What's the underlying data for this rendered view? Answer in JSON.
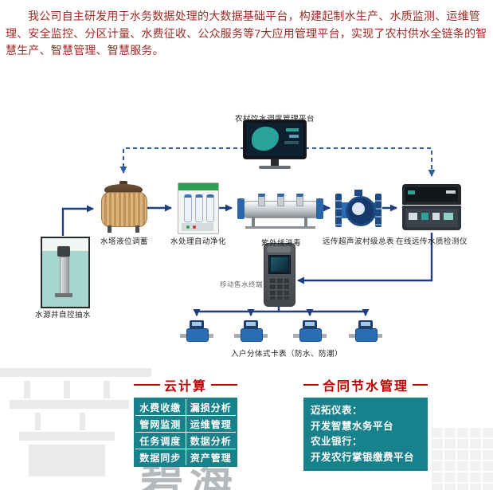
{
  "intro": {
    "text": "我公司自主研发用于水务数据处理的大数据基础平台，构建起制水生产、水质监测、运维管理、安全监控、分区计量、水费征收、公众服务等7大应用管理平台，实现了农村供水全链条的智慧生产、智慧管理、智慧服务。"
  },
  "diagram": {
    "platform_label": "农村饮水调度管理平台",
    "nodes": {
      "water_tower": "水塔液位调蓄",
      "well": "水源井自控抽水",
      "purifier": "水处理自动净化",
      "uv": "紫外线消毒",
      "master_meter": "远传超声波村级总表",
      "quality_detector": "在线远传水质检测仪",
      "pos_terminal": "移动售水终端",
      "household_meter": "入户分体式卡表（防水、防潮）"
    }
  },
  "panels": {
    "cloud": {
      "title": "云计算",
      "rows": [
        [
          "水费收缴",
          "漏损分析"
        ],
        [
          "管网监测",
          "运维管理"
        ],
        [
          "任务调度",
          "数据分析"
        ],
        [
          "数据同步",
          "资产管理"
        ]
      ]
    },
    "contract": {
      "title": "合同节水管理",
      "lines": [
        "迈拓仪表：",
        "开发智慧水务平台",
        "农业银行：",
        "开发农行掌银缴费平台"
      ]
    }
  },
  "watermark": {
    "text": "碧海"
  },
  "colors": {
    "arrow_blue": "#1e3f7f",
    "dashed_blue": "#2e5fa3",
    "teal": "#17828c",
    "title_red": "#c00000",
    "intro_red": "#9e2b25"
  }
}
